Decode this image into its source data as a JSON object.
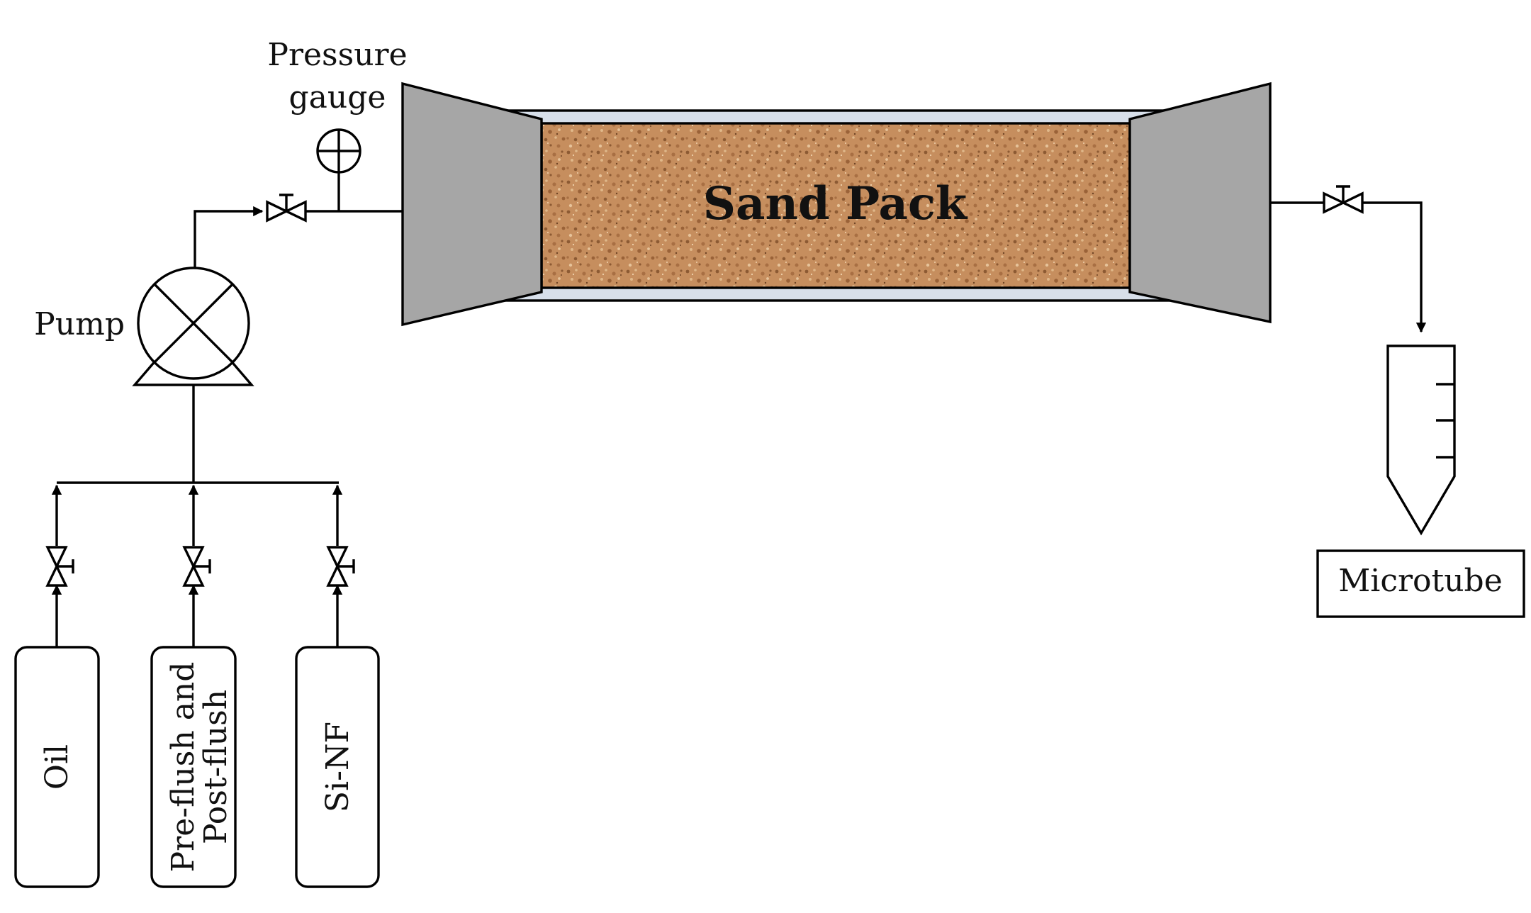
{
  "labels": {
    "pressure_gauge_line1": "Pressure",
    "pressure_gauge_line2": "gauge",
    "pump": "Pump",
    "sand_pack": "Sand Pack",
    "microtube": "Microtube",
    "tank_oil": "Oil",
    "tank_preflush_line1": "Pre-flush and",
    "tank_preflush_line2": "Post-flush",
    "tank_sinf": "Si-NF"
  },
  "colors": {
    "line": "#000000",
    "end_cap": "#a6a6a6",
    "sand": "#c68e5e",
    "sand_dark": "#8c5a33",
    "sand_light": "#e0b88a",
    "tube_shell": "#d7dfea",
    "text": "#111111"
  },
  "icons": {
    "valve": "needle-valve-icon",
    "pump": "pump-icon",
    "gauge": "pressure-gauge-icon",
    "tube": "graduated-microtube-icon"
  }
}
